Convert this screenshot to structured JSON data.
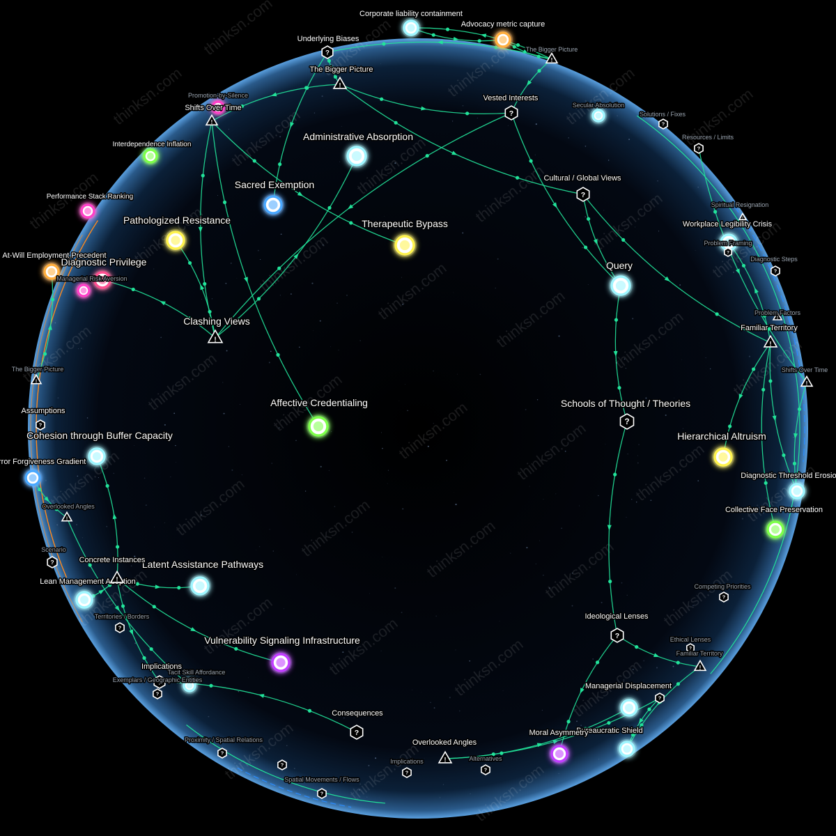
{
  "watermark": "thinksn.com",
  "colors": {
    "background": "#000000",
    "sphere": "#0b1a2e",
    "edge": "#22e39a",
    "edge_orange": "#ff8a1f",
    "edge_blue": "#2a8cff",
    "cyan": "#9ff6ff",
    "yellow": "#fff34d",
    "green": "#7dff4a",
    "magenta": "#ff3fc8",
    "violet": "#c13cff",
    "orange": "#ffae3d",
    "blue": "#4aa8ff",
    "pink": "#ff4f90"
  },
  "nodes": [
    {
      "id": "n1",
      "label": "Corporate liability containment",
      "color": "cyan",
      "kind": "circle"
    },
    {
      "id": "n2",
      "label": "Advocacy metric capture",
      "color": "orange",
      "kind": "circle"
    },
    {
      "id": "n3",
      "label": "Administrative Absorption",
      "color": "cyan",
      "kind": "circle"
    },
    {
      "id": "n4",
      "label": "Sacred Exemption",
      "color": "blue",
      "kind": "circle"
    },
    {
      "id": "n5",
      "label": "Therapeutic Bypass",
      "color": "yellow",
      "kind": "circle"
    },
    {
      "id": "n6",
      "label": "Pathologized Resistance",
      "color": "yellow",
      "kind": "circle"
    },
    {
      "id": "n7",
      "label": "Diagnostic Privilege",
      "color": "pink",
      "kind": "circle"
    },
    {
      "id": "n8",
      "label": "Performance Stack Ranking",
      "color": "magenta",
      "kind": "circle"
    },
    {
      "id": "n9",
      "label": "Interdependence Inflation",
      "color": "green",
      "kind": "circle"
    },
    {
      "id": "n10",
      "label": "Promotion-by-Silence",
      "color": "magenta",
      "kind": "circle"
    },
    {
      "id": "n11",
      "label": "At-Will Employment Precedent",
      "color": "orange",
      "kind": "circle"
    },
    {
      "id": "n12",
      "label": "Managerial Risk Aversion",
      "color": "magenta",
      "kind": "circle"
    },
    {
      "id": "n13",
      "label": "Affective Credentialing",
      "color": "green",
      "kind": "circle"
    },
    {
      "id": "n14",
      "label": "Query",
      "color": "cyan",
      "kind": "circle"
    },
    {
      "id": "n15",
      "label": "Workplace Legibility Crisis",
      "color": "cyan",
      "kind": "circle"
    },
    {
      "id": "n16",
      "label": "Hierarchical Altruism",
      "color": "yellow",
      "kind": "circle"
    },
    {
      "id": "n17",
      "label": "Collective Face Preservation",
      "color": "cyan",
      "kind": "circle"
    },
    {
      "id": "n18",
      "label": "Diagnostic Threshold Erosion",
      "color": "green",
      "kind": "circle"
    },
    {
      "id": "n19",
      "label": "Cohesion through Buffer Capacity",
      "color": "cyan",
      "kind": "circle"
    },
    {
      "id": "n20",
      "label": "Error Forgiveness Gradient",
      "color": "blue",
      "kind": "circle"
    },
    {
      "id": "n21",
      "label": "Latent Assistance Pathways",
      "color": "cyan",
      "kind": "circle"
    },
    {
      "id": "n22",
      "label": "Lean Management Adoption",
      "color": "cyan",
      "kind": "circle"
    },
    {
      "id": "n23",
      "label": "Vulnerability Signaling Infrastructure",
      "color": "violet",
      "kind": "circle"
    },
    {
      "id": "n24",
      "label": "Tacit Skill Affordance",
      "color": "cyan",
      "kind": "circle"
    },
    {
      "id": "n25",
      "label": "Managerial Displacement",
      "color": "cyan",
      "kind": "circle"
    },
    {
      "id": "n26",
      "label": "Bureaucratic Shield",
      "color": "cyan",
      "kind": "circle"
    },
    {
      "id": "n27",
      "label": "Moral Asymmetry",
      "color": "violet",
      "kind": "circle"
    },
    {
      "id": "n28",
      "label": "Secular Absolution",
      "color": "cyan",
      "kind": "circle"
    },
    {
      "id": "h1",
      "label": "Underlying Biases",
      "kind": "hex"
    },
    {
      "id": "h2",
      "label": "Vested Interests",
      "kind": "hex"
    },
    {
      "id": "h3",
      "label": "Cultural / Global Views",
      "kind": "hex"
    },
    {
      "id": "h4",
      "label": "Solutions / Fixes",
      "kind": "hex"
    },
    {
      "id": "h5",
      "label": "Resources / Limits",
      "kind": "hex"
    },
    {
      "id": "h6",
      "label": "Problem Framing",
      "kind": "hex"
    },
    {
      "id": "h7",
      "label": "Diagnostic Steps",
      "kind": "hex"
    },
    {
      "id": "h8",
      "label": "Schools of Thought / Theories",
      "kind": "hex"
    },
    {
      "id": "h9",
      "label": "Competing Priorities",
      "kind": "hex"
    },
    {
      "id": "h10",
      "label": "Ideological Lenses",
      "kind": "hex"
    },
    {
      "id": "h11",
      "label": "Ethical Lenses",
      "kind": "hex"
    },
    {
      "id": "h12",
      "label": "Consequences",
      "kind": "hex"
    },
    {
      "id": "h13",
      "label": "Alternatives",
      "kind": "hex"
    },
    {
      "id": "h14",
      "label": "Alternatives",
      "kind": "hex"
    },
    {
      "id": "h15",
      "label": "Implications",
      "kind": "hex"
    },
    {
      "id": "h16",
      "label": "Implications",
      "kind": "hex"
    },
    {
      "id": "h17",
      "label": "Proximity / Spatial Relations",
      "kind": "hex"
    },
    {
      "id": "h18",
      "label": "Spatial Movements / Flows",
      "kind": "hex"
    },
    {
      "id": "h19",
      "label": "Exemplars / Geographic Entities",
      "kind": "hex"
    },
    {
      "id": "h20",
      "label": "Territories / Borders",
      "kind": "hex"
    },
    {
      "id": "h21",
      "label": "Scenario",
      "kind": "hex"
    },
    {
      "id": "h22",
      "label": "Assumptions",
      "kind": "hex"
    },
    {
      "id": "h23",
      "label": "",
      "kind": "hex"
    },
    {
      "id": "t1",
      "label": "The Bigger Picture",
      "kind": "tri"
    },
    {
      "id": "t2",
      "label": "The Bigger Picture",
      "kind": "tri"
    },
    {
      "id": "t3",
      "label": "Shifts Over Time",
      "kind": "tri"
    },
    {
      "id": "t4",
      "label": "Clashing Views",
      "kind": "tri"
    },
    {
      "id": "t5",
      "label": "Familiar Territory",
      "kind": "tri"
    },
    {
      "id": "t6",
      "label": "Shifts Over Time",
      "kind": "tri"
    },
    {
      "id": "t7",
      "label": "Problem Factors",
      "kind": "tri"
    },
    {
      "id": "t8",
      "label": "The Bigger Picture",
      "kind": "tri"
    },
    {
      "id": "t9",
      "label": "Overlooked Angles",
      "kind": "tri"
    },
    {
      "id": "t10",
      "label": "Concrete Instances",
      "kind": "tri"
    },
    {
      "id": "t11",
      "label": "Familiar Territory",
      "kind": "tri"
    },
    {
      "id": "t12",
      "label": "Overlooked Angles",
      "kind": "tri"
    },
    {
      "id": "t13",
      "label": "Spiritual Resignation",
      "kind": "tri"
    }
  ],
  "edges": [
    [
      "n1",
      "n2"
    ],
    [
      "n2",
      "t1"
    ],
    [
      "t1",
      "n1"
    ],
    [
      "t1",
      "h1"
    ],
    [
      "h1",
      "t2"
    ],
    [
      "t2",
      "t3"
    ],
    [
      "t2",
      "h2"
    ],
    [
      "h2",
      "n14"
    ],
    [
      "t1",
      "h2"
    ],
    [
      "t3",
      "n13"
    ],
    [
      "t3",
      "t4"
    ],
    [
      "t3",
      "n5"
    ],
    [
      "t4",
      "n3"
    ],
    [
      "t4",
      "n6"
    ],
    [
      "t4",
      "n7"
    ],
    [
      "h1",
      "n4"
    ],
    [
      "h2",
      "t4"
    ],
    [
      "h3",
      "n14"
    ],
    [
      "h3",
      "t5"
    ],
    [
      "t2",
      "h3"
    ],
    [
      "n14",
      "h8"
    ],
    [
      "h8",
      "h10"
    ],
    [
      "h10",
      "t11"
    ],
    [
      "h10",
      "n27"
    ],
    [
      "t11",
      "n26"
    ],
    [
      "t5",
      "n15"
    ],
    [
      "t5",
      "n16"
    ],
    [
      "t5",
      "n17"
    ],
    [
      "t5",
      "n18"
    ],
    [
      "t6",
      "n17"
    ],
    [
      "h5",
      "t6"
    ],
    [
      "t10",
      "n21"
    ],
    [
      "t10",
      "n19"
    ],
    [
      "t10",
      "n23"
    ],
    [
      "t10",
      "h15"
    ],
    [
      "n22",
      "t10"
    ],
    [
      "t9",
      "n25"
    ],
    [
      "t9",
      "h14"
    ],
    [
      "h12",
      "h15"
    ],
    [
      "t8",
      "n11"
    ],
    [
      "n20",
      "t12"
    ],
    [
      "t12",
      "n24"
    ],
    [
      "h14",
      "n26"
    ]
  ],
  "ring_edges": [
    {
      "label": "orange-arc",
      "color": "edge_orange"
    },
    {
      "label": "blue-arc",
      "color": "edge_blue"
    }
  ]
}
